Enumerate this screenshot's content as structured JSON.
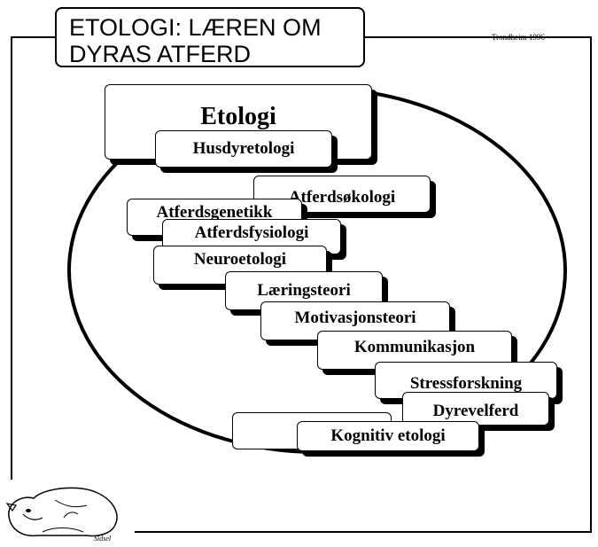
{
  "title": {
    "line1": "ETOLOGI: LÆREN OM",
    "line2": "DYRAS ATFERD"
  },
  "credit": "Trondheim 1996",
  "root": "Etologi",
  "topics": [
    "Husdyretologi",
    "Atferdsøkologi",
    "Atferdsgenetikk",
    "Atferdsfysiologi",
    "Neuroetologi",
    "Læringsteori",
    "Motivasjonsteori",
    "Kommunikasjon",
    "Stressforskning",
    "Dyrevelferd",
    "Kognitiv etologi"
  ],
  "signature": "Sidsel"
}
